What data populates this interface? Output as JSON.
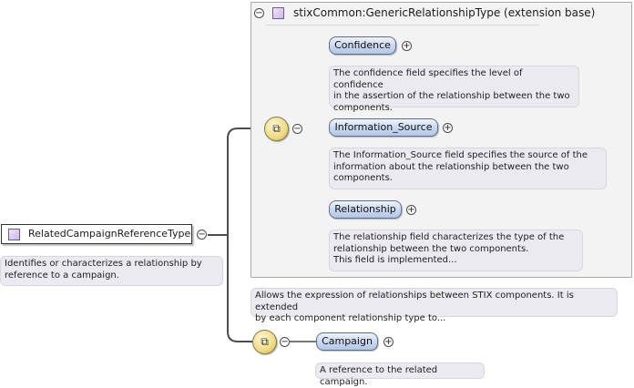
{
  "root": {
    "label": "RelatedCampaignReferenceType",
    "doc": "Identifies or characterizes a relationship by\nreference to a campaign."
  },
  "extension": {
    "title": "stixCommon:GenericRelationshipType (extension base)",
    "doc": "Allows the expression of relationships between STIX components. It is extended\nby each component relationship type to...",
    "elements": [
      {
        "label": "Confidence",
        "doc": "The confidence field specifies the level of confidence\nin the assertion of the relationship between the two\ncomponents."
      },
      {
        "label": "Information_Source",
        "doc": "The Information_Source field specifies the source of the\ninformation about the relationship between the two\ncomponents."
      },
      {
        "label": "Relationship",
        "doc": "The relationship field characterizes the type of the\nrelationship between the two components.\nThis field is implemented..."
      }
    ]
  },
  "campaign": {
    "label": "Campaign",
    "doc": "A reference to the related campaign."
  },
  "symbols": {
    "collapse": "−",
    "expand": "+",
    "sequence": "⧉"
  },
  "colors": {
    "pill": "#c7d7ef",
    "doc_bg": "#eaeaf0",
    "ext_bg": "#f3f3f3",
    "sequence": "#f2dd88"
  }
}
